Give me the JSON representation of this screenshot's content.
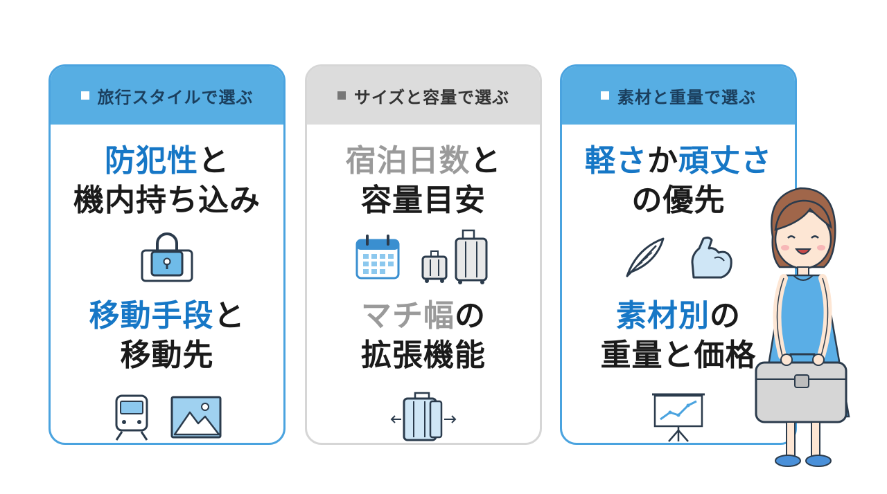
{
  "cards": [
    {
      "header": "旅行スタイルで選ぶ",
      "top": {
        "accent": "防犯性",
        "rest": "と",
        "line2": "機内持ち込み"
      },
      "bottom": {
        "accent": "移動手段",
        "rest": "と",
        "line2": "移動先"
      },
      "top_icons": [
        "padlock-icon"
      ],
      "bottom_icons": [
        "train-icon",
        "mountain-picture-icon"
      ]
    },
    {
      "header": "サイズと容量で選ぶ",
      "top": {
        "accent": "宿泊日数",
        "rest": "と",
        "line2": "容量目安"
      },
      "bottom": {
        "accent": "マチ幅",
        "rest": "の",
        "line2": "拡張機能"
      },
      "top_icons": [
        "calendar-icon",
        "suitcases-icon"
      ],
      "bottom_icons": [
        "expandable-suitcase-icon"
      ]
    },
    {
      "header": "素材と重量で選ぶ",
      "top": {
        "accent1": "軽さ",
        "mid": "か",
        "accent2": "頑丈さ",
        "line2": "の優先"
      },
      "bottom": {
        "accent": "素材別",
        "rest": "の",
        "line2": "重量と価格"
      },
      "top_icons": [
        "feather-icon",
        "flexed-arm-icon"
      ],
      "bottom_icons": [
        "presentation-chart-icon"
      ]
    }
  ],
  "colors": {
    "accent": "#1677c6",
    "header_blue": "#57aee3",
    "header_gray": "#dcdcdc",
    "muted_accent": "#9a9a9a"
  },
  "decor": [
    "woman-with-suitcase-illustration"
  ]
}
